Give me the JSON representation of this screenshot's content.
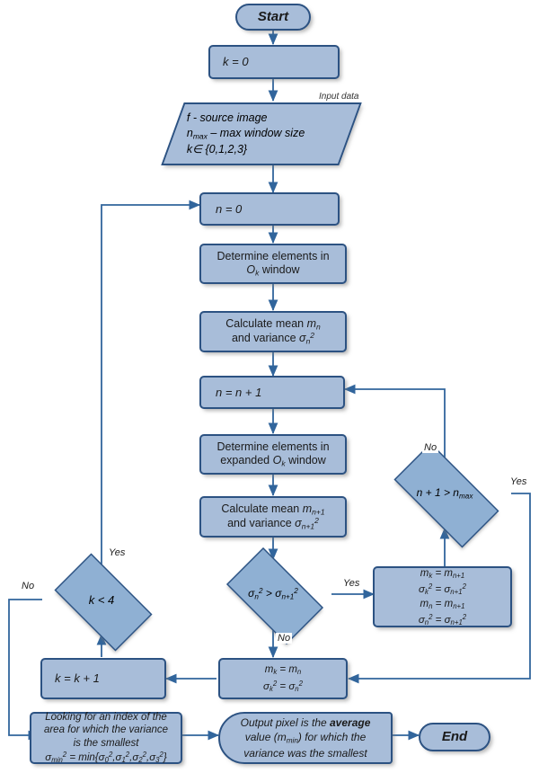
{
  "diagram": {
    "title": "Adaptive variance-based window filtering flowchart",
    "colors": {
      "fill": "#a8bdd9",
      "diamond_fill": "#8fb0d3",
      "stroke": "#2c5282",
      "text": "#1a1a1a",
      "background": "#ffffff"
    },
    "captions": [
      {
        "id": "input-data-caption",
        "text": "Input data"
      }
    ],
    "nodes": [
      {
        "id": "start",
        "shape": "terminator",
        "text": "Start"
      },
      {
        "id": "init-k",
        "shape": "process",
        "text": "k = 0"
      },
      {
        "id": "input-data",
        "shape": "parallelogram",
        "lines": [
          "f - source image",
          "n_max – max window size",
          "k∈ {0,1,2,3}"
        ]
      },
      {
        "id": "init-n",
        "shape": "process",
        "text": "n = 0"
      },
      {
        "id": "determine-ok",
        "shape": "process",
        "lines": [
          "Determine elements in",
          "O_k window"
        ]
      },
      {
        "id": "calc-mean-n",
        "shape": "process",
        "lines": [
          "Calculate mean m_n",
          "and variance σ_n²"
        ]
      },
      {
        "id": "increment-n",
        "shape": "process",
        "text": "n = n + 1"
      },
      {
        "id": "determine-expanded",
        "shape": "process",
        "lines": [
          "Determine elements in",
          "expanded O_k window"
        ]
      },
      {
        "id": "calc-mean-n1",
        "shape": "process",
        "lines": [
          "Calculate mean m_n+1",
          "and variance σ_n+1²"
        ]
      },
      {
        "id": "compare-variance",
        "shape": "decision",
        "text": "σ_n² > σ_n+1²"
      },
      {
        "id": "check-window-max",
        "shape": "decision",
        "text": "n + 1 > n_max"
      },
      {
        "id": "check-k",
        "shape": "decision",
        "text": "k < 4"
      },
      {
        "id": "assign-n1",
        "shape": "process",
        "lines": [
          "m_k = m_n+1",
          "σ_k² = σ_n+1²",
          "m_n = m_n+1",
          "σ_n² = σ_n+1²"
        ]
      },
      {
        "id": "assign-n",
        "shape": "process",
        "lines": [
          "m_k = m_n",
          "σ_k² = σ_n²"
        ]
      },
      {
        "id": "increment-k",
        "shape": "process",
        "text": "k = k + 1"
      },
      {
        "id": "find-min-index",
        "shape": "process",
        "lines": [
          "Looking for an index of the",
          "area for which the variance",
          "is the smallest",
          "σ_min² = min{σ_0²,σ_1²,σ_2²,σ_3²}"
        ]
      },
      {
        "id": "output-pixel",
        "shape": "flag",
        "lines": [
          "Output pixel is the average",
          "value (m_min) for which the",
          "variance was the smallest"
        ]
      },
      {
        "id": "end",
        "shape": "terminator",
        "text": "End"
      }
    ],
    "edge_labels": {
      "k_lt_4_yes": "Yes",
      "k_lt_4_no": "No",
      "variance_yes": "Yes",
      "variance_no": "No",
      "window_max_no": "No",
      "window_max_yes": "Yes"
    }
  }
}
